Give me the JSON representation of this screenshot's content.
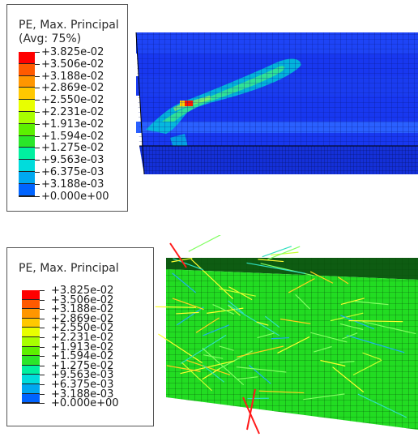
{
  "top_panel": {
    "legend": {
      "title": "PE, Max. Principal",
      "avg": "(Avg: 75%)",
      "labels": [
        "+3.825e-02",
        "+3.506e-02",
        "+3.188e-02",
        "+2.869e-02",
        "+2.550e-02",
        "+2.231e-02",
        "+1.913e-02",
        "+1.594e-02",
        "+1.275e-02",
        "+9.563e-03",
        "+6.375e-03",
        "+3.188e-03",
        "+0.000e+00"
      ]
    }
  },
  "bottom_panel": {
    "legend": {
      "title": "PE, Max. Principal",
      "labels": [
        "+3.825e-02",
        "+3.506e-02",
        "+3.188e-02",
        "+2.869e-02",
        "+2.550e-02",
        "+2.231e-02",
        "+1.913e-02",
        "+1.594e-02",
        "+1.275e-02",
        "+9.563e-03",
        "+6.375e-03",
        "+3.188e-03",
        "+0.000e+00"
      ]
    }
  },
  "colors": {
    "contour": [
      "#ff0000",
      "#ff5a00",
      "#ff9600",
      "#ffc800",
      "#e8ff00",
      "#a8ff00",
      "#5cf000",
      "#2ae62a",
      "#00f0a0",
      "#00dcdc",
      "#00a8f0",
      "#0064ff",
      "#0000ff"
    ],
    "mesh_blue": "#1f3df0",
    "mesh_green": "#18d01e"
  }
}
